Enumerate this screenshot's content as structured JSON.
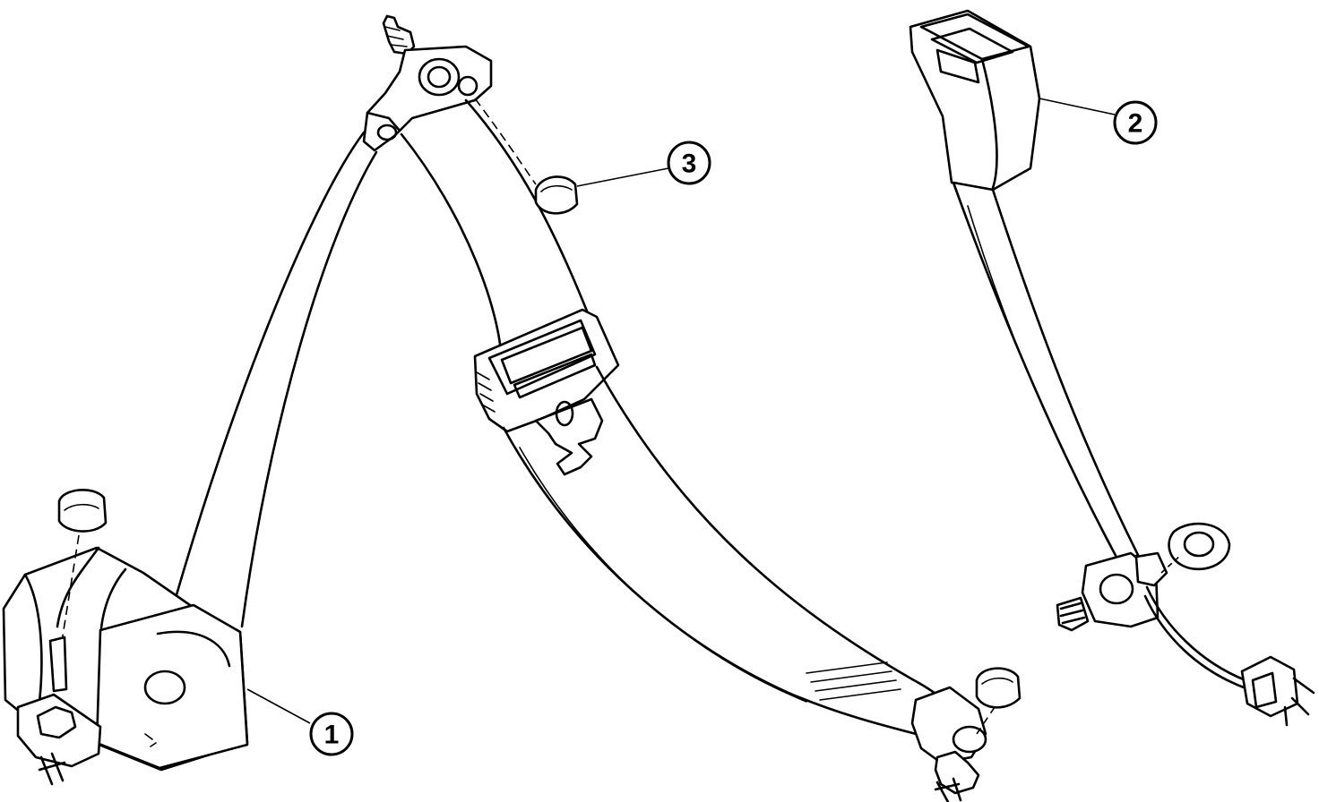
{
  "callouts": [
    {
      "id": "1",
      "label": "1",
      "part": "retractor"
    },
    {
      "id": "2",
      "label": "2",
      "part": "buckle"
    },
    {
      "id": "3",
      "label": "3",
      "part": "cap"
    }
  ]
}
